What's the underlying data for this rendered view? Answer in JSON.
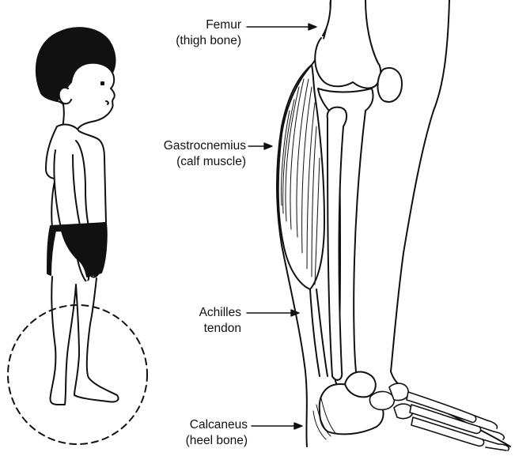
{
  "labels": {
    "femur": {
      "name": "Femur",
      "desc": "(thigh bone)"
    },
    "gastrocnemius": {
      "name": "Gastrocnemius",
      "desc": "(calf muscle)"
    },
    "achilles": {
      "name": "Achilles",
      "desc": "tendon"
    },
    "calcaneus": {
      "name": "Calcaneus",
      "desc": "(heel bone)"
    }
  },
  "colors": {
    "line": "#111111",
    "background": "#ffffff",
    "hair": "#111111"
  }
}
